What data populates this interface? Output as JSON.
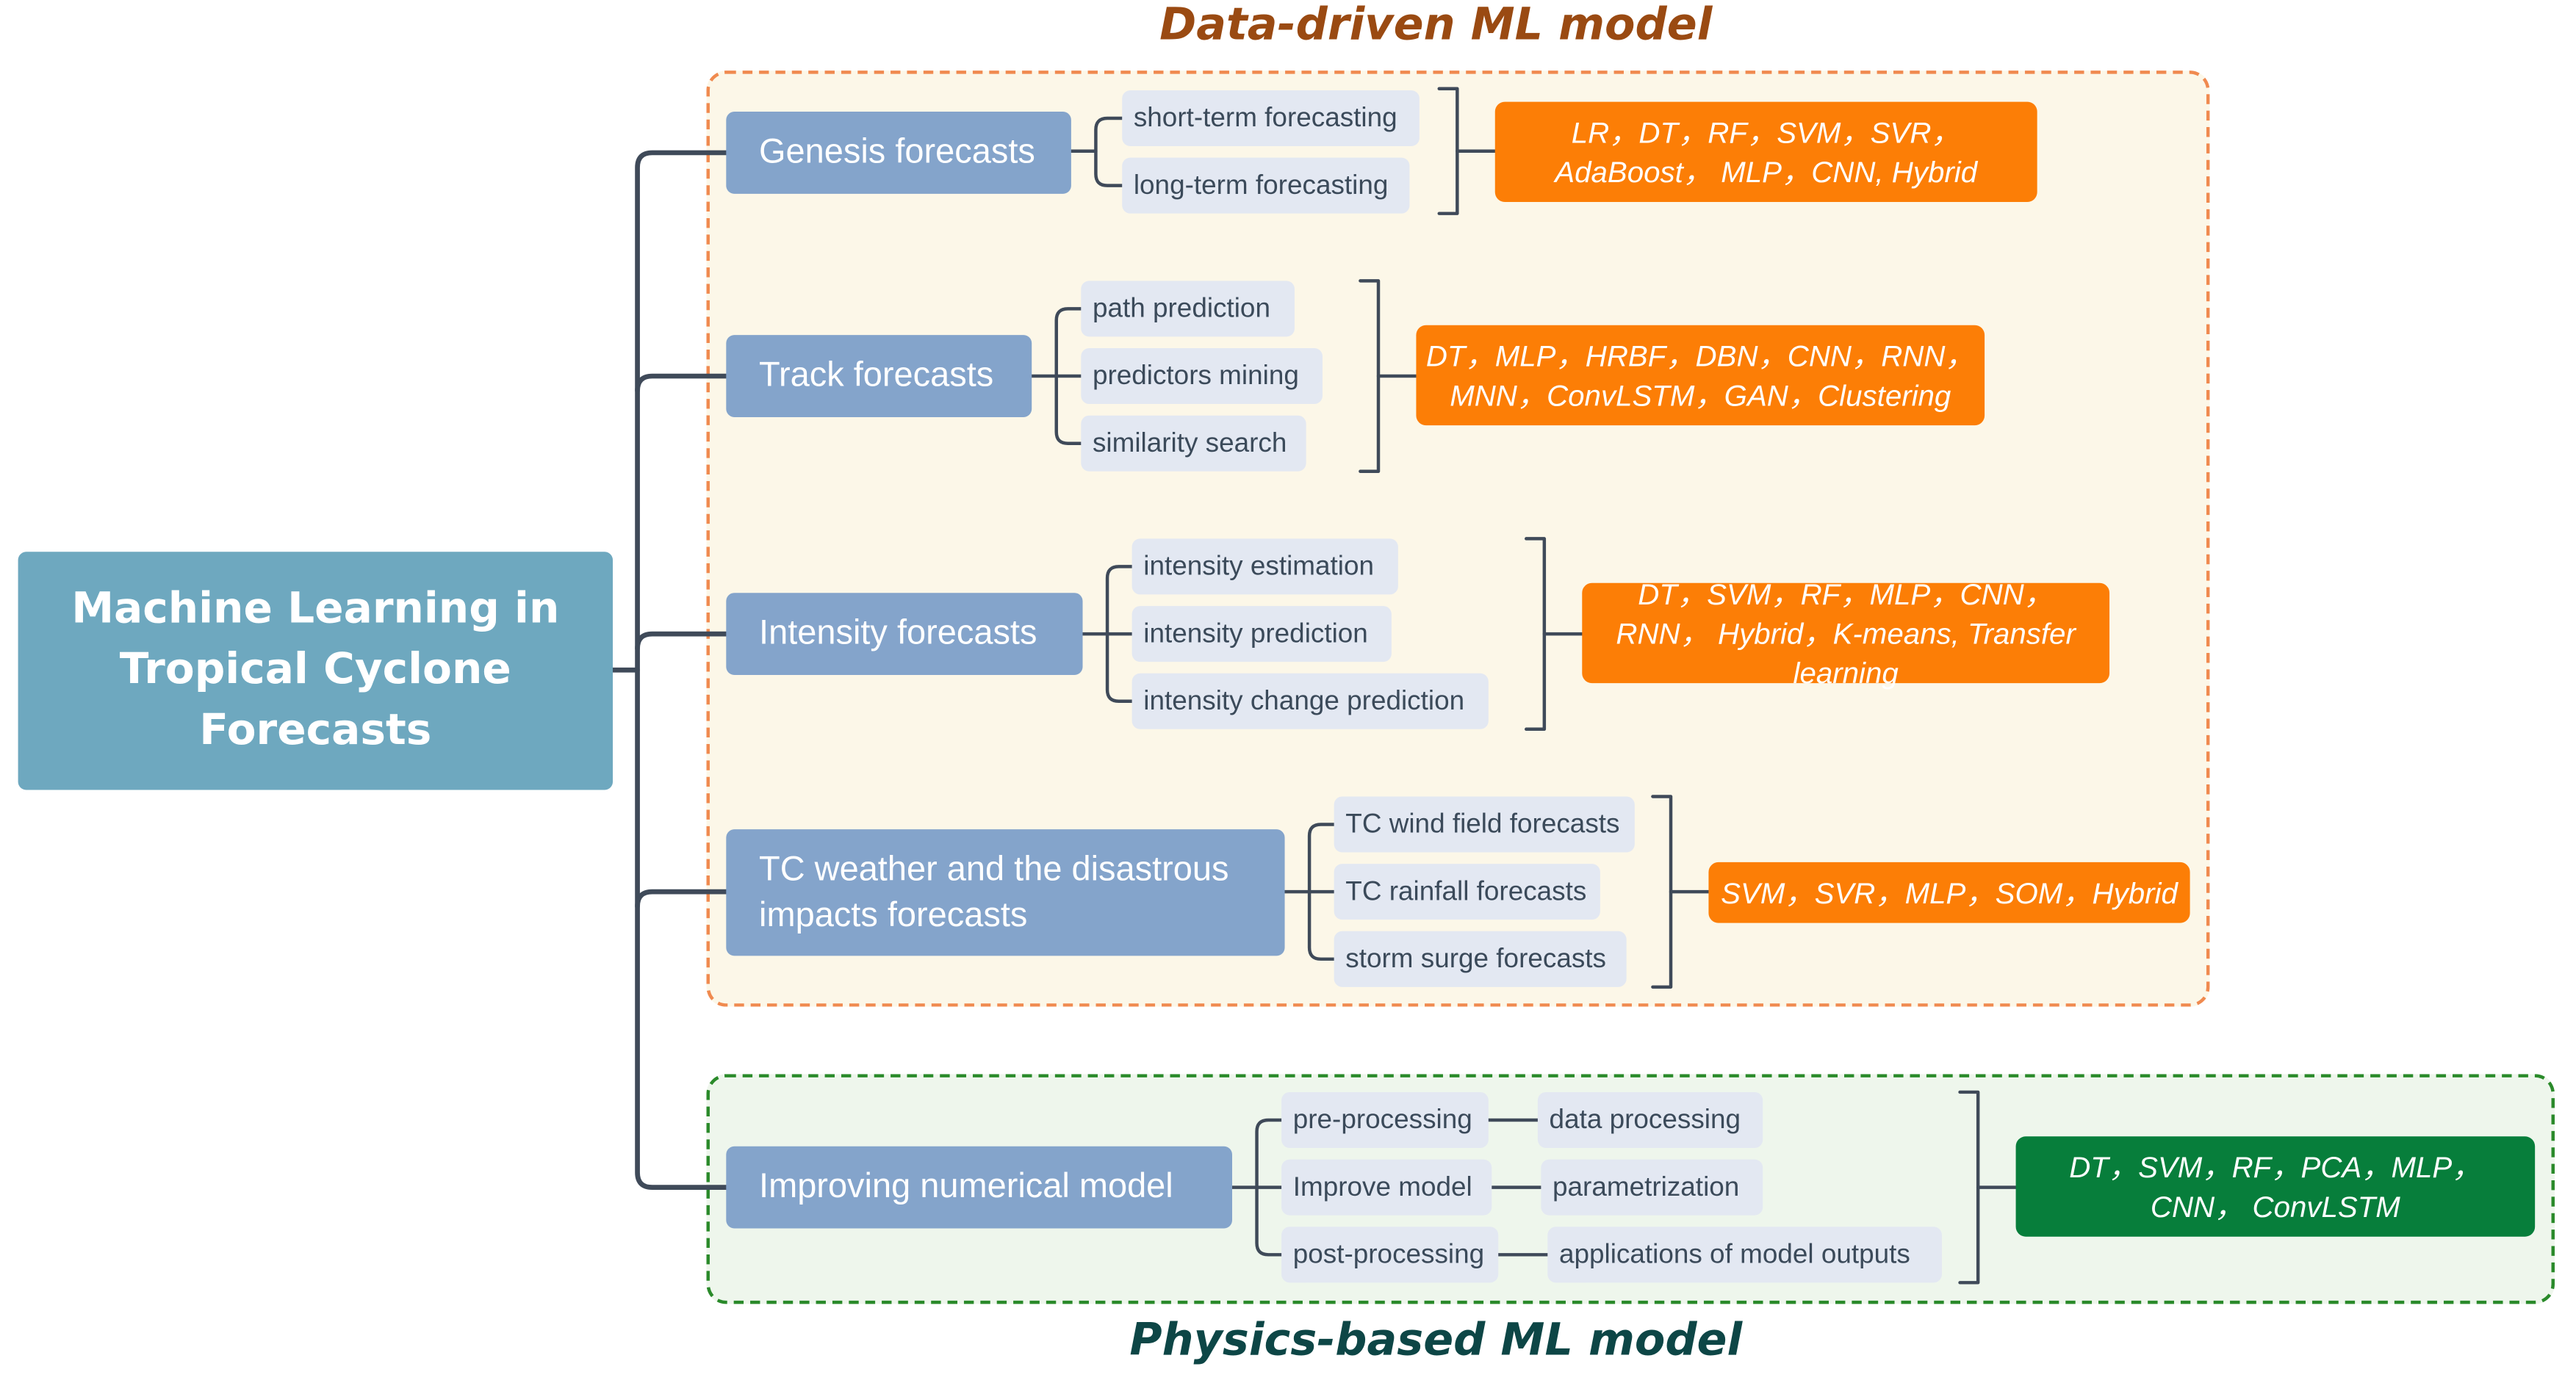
{
  "regions": {
    "data_driven": {
      "title": "Data-driven ML model"
    },
    "physics_based": {
      "title": "Physics-based ML model"
    }
  },
  "root": {
    "label": "Machine Learning in Tropical Cyclone Forecasts"
  },
  "categories": [
    {
      "label": "Genesis forecasts",
      "subtopics": [
        "short-term forecasting",
        "long-term forecasting"
      ],
      "methods": "LR，DT，RF，SVM，SVR，AdaBoost， MLP，CNN, Hybrid"
    },
    {
      "label": "Track forecasts",
      "subtopics": [
        "path prediction",
        "predictors mining",
        "similarity search"
      ],
      "methods": "DT，MLP，HRBF，DBN，CNN，RNN， MNN，ConvLSTM，GAN，Clustering"
    },
    {
      "label": "Intensity forecasts",
      "subtopics": [
        "intensity estimation",
        "intensity prediction",
        "intensity change prediction"
      ],
      "methods": "DT，SVM，RF，MLP，CNN，RNN， Hybrid，K-means, Transfer learning"
    },
    {
      "label": "TC weather and the disastrous impacts forecasts",
      "subtopics": [
        "TC wind field forecasts",
        "TC rainfall forecasts",
        "storm surge forecasts"
      ],
      "methods": "SVM，SVR，MLP，SOM，Hybrid"
    },
    {
      "label": "Improving numerical model",
      "subtopics": [
        "pre-processing",
        "Improve model",
        "post-processing"
      ],
      "details": [
        "data  processing",
        "parametrization",
        "applications of model outputs"
      ],
      "methods": "DT，SVM，RF，PCA，MLP，CNN， ConvLSTM"
    }
  ],
  "colors": {
    "root": "#6ea8bf",
    "category": "#84a4cb",
    "subtopic": "#e3e8f2",
    "method_data_driven": "#fc7e06",
    "method_physics": "#077e3b",
    "data_region_border": "#f08a4f",
    "data_region_fill": "#fcf7e8",
    "physics_region_border": "#2a8a2a",
    "physics_region_fill": "#eef6ec",
    "connector": "#3f4a59"
  }
}
